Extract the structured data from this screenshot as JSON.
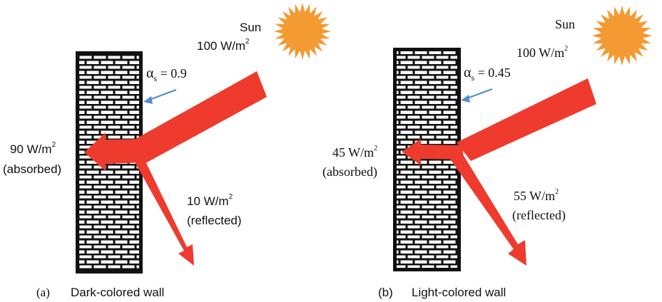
{
  "colors": {
    "sun": "#f39a32",
    "arrow": "#ee3b2d",
    "pointer": "#4f8fd1",
    "brick": "#111111",
    "mortar": "#ffffff"
  },
  "icons": {
    "sun": "sun-icon",
    "wall": "brick-wall-icon"
  },
  "panel_a": {
    "sun_label": "Sun",
    "sun_flux_value": "100 W/m",
    "sun_flux_exp": "2",
    "alpha_symbol": "α",
    "alpha_sub": "s",
    "alpha_value": " = 0.9",
    "absorbed_value": "90 W/m",
    "absorbed_exp": "2",
    "absorbed_label": "(absorbed)",
    "reflected_value": "10 W/m",
    "reflected_exp": "2",
    "reflected_label": "(reflected)",
    "caption_letter": "(a)",
    "caption_text": "Dark-colored wall"
  },
  "panel_b": {
    "sun_label": "Sun",
    "sun_flux_value": "100 W/m",
    "sun_flux_exp": "2",
    "alpha_symbol": "α",
    "alpha_sub": "s",
    "alpha_value": " = 0.45",
    "absorbed_value": "45 W/m",
    "absorbed_exp": "2",
    "absorbed_label": "(absorbed)",
    "reflected_value": "55 W/m",
    "reflected_exp": "2",
    "reflected_label": "(reflected)",
    "caption_letter": "(b)",
    "caption_text": "Light-colored wall"
  }
}
